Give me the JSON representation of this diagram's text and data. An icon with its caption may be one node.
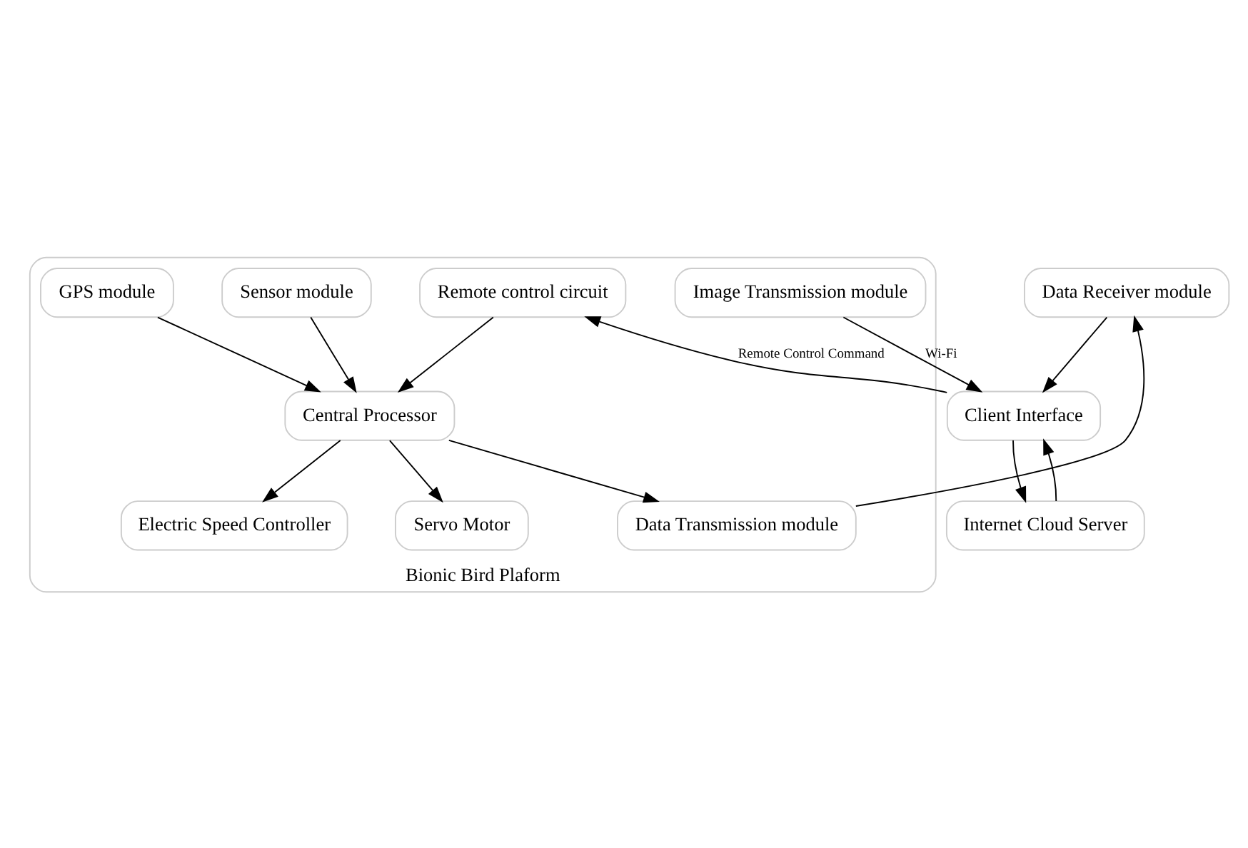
{
  "diagram": {
    "nodes": [
      {
        "text": [
          "Bionic Bird Plaform"
        ]
      },
      {
        "text": [
          "Internet Cloud Server"
        ]
      },
      {
        "text": [
          "Client Interface"
        ]
      },
      {
        "text": [
          "Electric Speed Controller"
        ],
        "in": 0
      },
      {
        "text": [
          "Servo Motor"
        ],
        "in": 0
      },
      {
        "text": [
          "Sensor module"
        ],
        "in": 0
      },
      {
        "text": [
          "Central Processor"
        ],
        "in": 0
      },
      {
        "text": [
          "GPS module"
        ],
        "in": 0
      },
      {
        "text": [
          "Remote control circuit"
        ],
        "in": 0
      },
      {
        "text": [
          "Image Transmission module"
        ],
        "in": 0
      },
      {
        "text": [
          "Data Transmission module"
        ],
        "in": 0
      },
      {
        "text": [
          "Data Receiver module"
        ]
      }
    ],
    "edges": [
      {
        "from": 2,
        "to": 1,
        "arrow": "to"
      },
      {
        "from": 1,
        "to": 2,
        "arrow": "to"
      },
      {
        "from": 2,
        "to": 8,
        "arrow": "to",
        "label": "Remote Control Command"
      },
      {
        "from": 9,
        "to": 2,
        "arrow": "to",
        "label": "Wi-Fi"
      },
      {
        "from": 6,
        "to": 3,
        "arrow": "to"
      },
      {
        "from": 6,
        "to": 4,
        "arrow": "to"
      },
      {
        "from": 5,
        "to": 6,
        "arrow": "to"
      },
      {
        "from": 7,
        "to": 6,
        "arrow": "to"
      },
      {
        "from": 8,
        "to": 6,
        "arrow": "to"
      },
      {
        "from": 6,
        "to": 10,
        "arrow": "to"
      },
      {
        "from": 10,
        "to": 11,
        "arrow": "to"
      },
      {
        "from": 11,
        "to": 2,
        "arrow": "to"
      }
    ]
  }
}
